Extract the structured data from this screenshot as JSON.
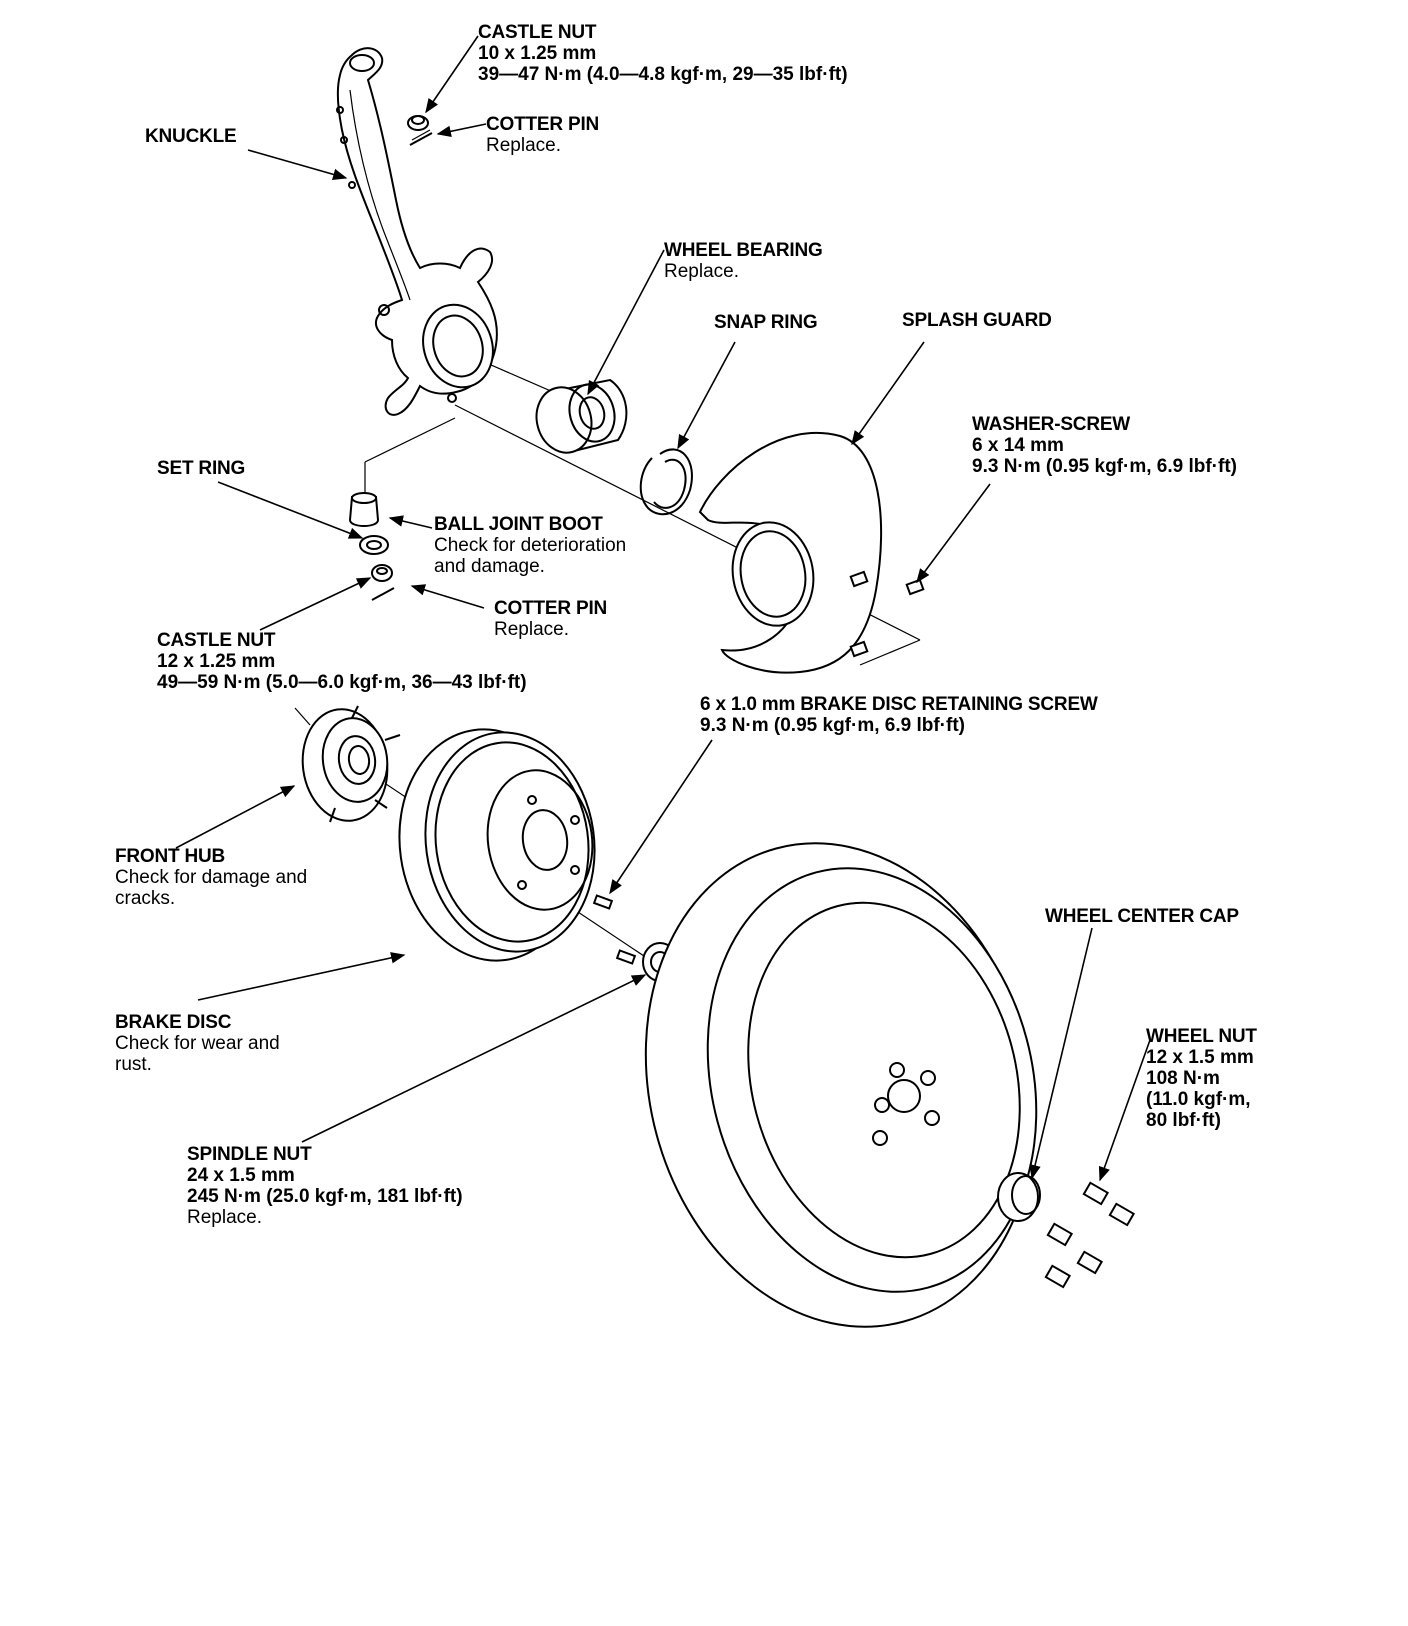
{
  "labels": {
    "castle_nut_top": {
      "title": "CASTLE NUT",
      "line1": "10 x 1.25 mm",
      "line2": "39—47 N·m (4.0—4.8 kgf·m, 29—35 lbf·ft)"
    },
    "cotter_pin_top": {
      "title": "COTTER PIN",
      "note": "Replace."
    },
    "knuckle": {
      "title": "KNUCKLE"
    },
    "wheel_bearing": {
      "title": "WHEEL BEARING",
      "note": "Replace."
    },
    "snap_ring": {
      "title": "SNAP RING"
    },
    "splash_guard": {
      "title": "SPLASH GUARD"
    },
    "washer_screw": {
      "title": "WASHER-SCREW",
      "line1": "6 x 14 mm",
      "line2": "9.3 N·m (0.95 kgf·m, 6.9 lbf·ft)"
    },
    "set_ring": {
      "title": "SET RING"
    },
    "ball_joint_boot": {
      "title": "BALL JOINT BOOT",
      "note1": "Check for deterioration",
      "note2": "and damage."
    },
    "cotter_pin_mid": {
      "title": "COTTER PIN",
      "note": "Replace."
    },
    "castle_nut_mid": {
      "title": "CASTLE NUT",
      "line1": "12 x 1.25 mm",
      "line2": "49—59 N·m (5.0—6.0 kgf·m, 36—43 lbf·ft)"
    },
    "brake_disc_screw": {
      "title": "6 x 1.0 mm BRAKE DISC RETAINING SCREW",
      "line1": "9.3 N·m (0.95 kgf·m, 6.9 lbf·ft)"
    },
    "front_hub": {
      "title": "FRONT HUB",
      "note1": "Check for damage and",
      "note2": "cracks."
    },
    "wheel_center_cap": {
      "title": "WHEEL CENTER CAP"
    },
    "brake_disc": {
      "title": "BRAKE DISC",
      "note1": "Check for wear and",
      "note2": "rust."
    },
    "wheel_nut": {
      "title": "WHEEL NUT",
      "line1": "12 x 1.5 mm",
      "line2": "108 N·m",
      "line3": "(11.0 kgf·m,",
      "line4": "80 lbf·ft)"
    },
    "spindle_nut": {
      "title": "SPINDLE NUT",
      "line1": "24 x 1.5 mm",
      "line2": "245 N·m (25.0 kgf·m, 181 lbf·ft)",
      "note": "Replace."
    }
  }
}
